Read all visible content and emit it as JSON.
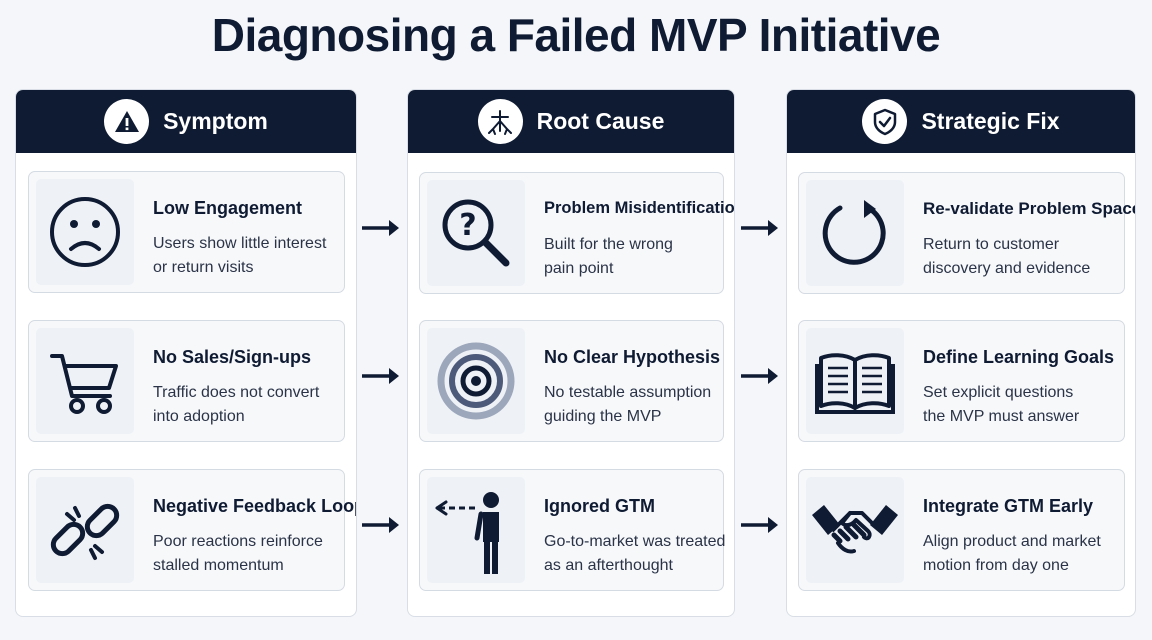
{
  "title": "Diagnosing a Failed MVP Initiative",
  "colors": {
    "navy": "#0f1b33",
    "card_bg": "#f7f8fa",
    "icon_bg": "#eef1f6"
  },
  "columns": [
    {
      "header": "Symptom",
      "header_icon": "warning-icon",
      "cards": [
        {
          "title": "Low Engagement",
          "line1": "Users show little interest",
          "line2": "or return visits",
          "icon": "sad-face-icon"
        },
        {
          "title": "No Sales/Sign-ups",
          "line1": "Traffic does not convert",
          "line2": "into adoption",
          "icon": "shopping-cart-icon"
        },
        {
          "title": "Negative Feedback Loop",
          "line1": "Poor reactions reinforce",
          "line2": "stalled momentum",
          "icon": "broken-link-icon"
        }
      ]
    },
    {
      "header": "Root Cause",
      "header_icon": "roots-icon",
      "cards": [
        {
          "title": "Problem Misidentification",
          "line1": "Built for the wrong",
          "line2": "pain point",
          "icon": "magnifier-question-icon"
        },
        {
          "title": "No Clear Hypothesis",
          "line1": "No testable assumption",
          "line2": "guiding the MVP",
          "icon": "blurry-target-icon"
        },
        {
          "title": "Ignored GTM",
          "line1": "Go-to-market was treated",
          "line2": "as an afterthought",
          "icon": "person-looking-away-icon"
        }
      ]
    },
    {
      "header": "Strategic Fix",
      "header_icon": "shield-check-icon",
      "cards": [
        {
          "title": "Re-validate Problem Space",
          "line1": "Return to customer",
          "line2": "discovery and evidence",
          "icon": "refresh-icon"
        },
        {
          "title": "Define Learning Goals",
          "line1": "Set explicit questions",
          "line2": "the MVP must answer",
          "icon": "open-book-icon"
        },
        {
          "title": "Integrate GTM Early",
          "line1": "Align product and market",
          "line2": "motion from day one",
          "icon": "handshake-icon"
        }
      ]
    }
  ]
}
